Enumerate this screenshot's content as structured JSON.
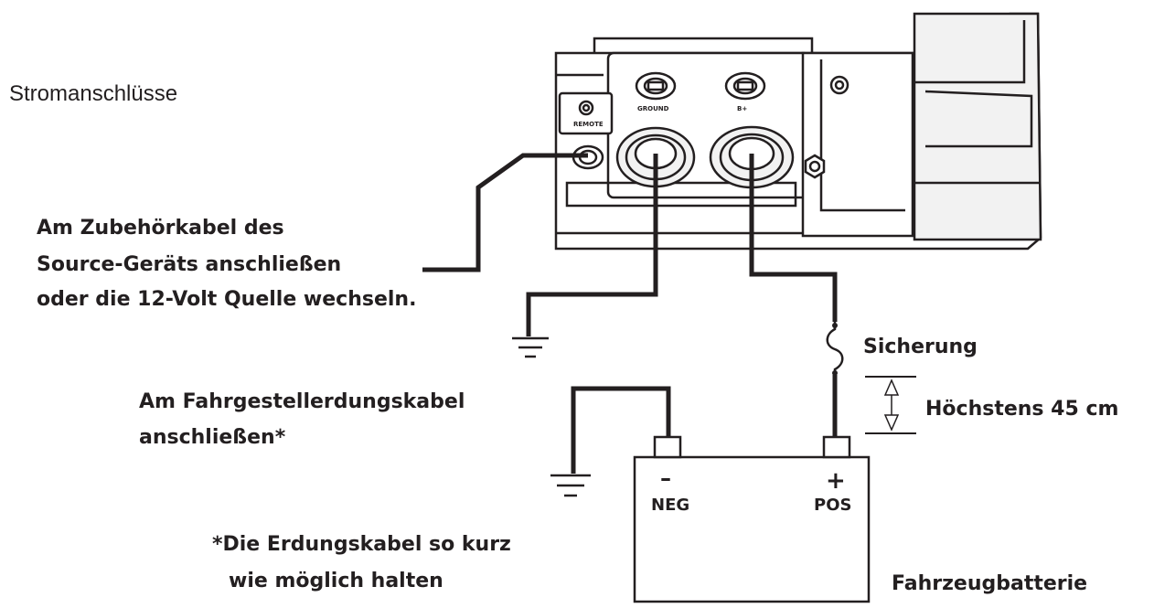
{
  "title": "Stromanschlüsse",
  "amplifier": {
    "remote_label": "REMOTE",
    "ground_label": "GROUND",
    "bplus_label": "B+"
  },
  "remote_note": {
    "line1": "Am Zubehörkabel des",
    "line2": "Source-Geräts anschließen",
    "line3": "oder die 12-Volt Quelle wechseln."
  },
  "fuse_label": "Sicherung",
  "max_distance_label": "Höchstens 45 cm",
  "chassis_note": {
    "line1": "Am Fahrgestellerdungskabel",
    "line2": "anschließen*"
  },
  "ground_note": {
    "line1": "*Die Erdungskabel so kurz",
    "line2": "wie möglich halten"
  },
  "battery": {
    "neg_symbol": "–",
    "neg_label": "NEG",
    "pos_symbol": "+",
    "pos_label": "POS",
    "caption": "Fahrzeugbatterie"
  }
}
